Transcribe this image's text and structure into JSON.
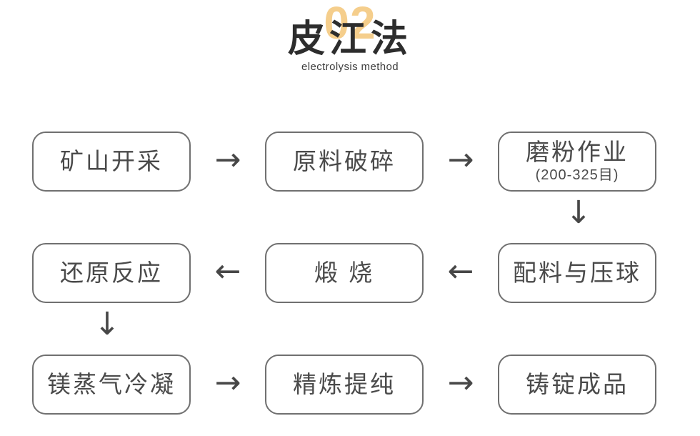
{
  "title": {
    "number": "02",
    "heading": "皮江法",
    "subtitle": "electrolysis method"
  },
  "colors": {
    "accent_yellow": "#F5CE8C",
    "heading_dark": "#2D2D2D",
    "box_border": "#707070",
    "box_text": "#4A4A4A",
    "arrow": "#474747"
  },
  "flowchart": {
    "boxes": [
      {
        "id": "mining",
        "label": "矿山开采"
      },
      {
        "id": "crushing",
        "label": "原料破碎"
      },
      {
        "id": "milling",
        "label": "磨粉作业",
        "sublabel": "(200-325目)"
      },
      {
        "id": "reduction",
        "label": "还原反应"
      },
      {
        "id": "calcination",
        "label": "煅 烧"
      },
      {
        "id": "briquetting",
        "label": "配料与压球"
      },
      {
        "id": "condensation",
        "label": "镁蒸气冷凝"
      },
      {
        "id": "refining",
        "label": "精炼提纯"
      },
      {
        "id": "ingot",
        "label": "铸锭成品"
      }
    ],
    "arrows": {
      "right": "→",
      "left": "←",
      "down": "↓"
    }
  }
}
